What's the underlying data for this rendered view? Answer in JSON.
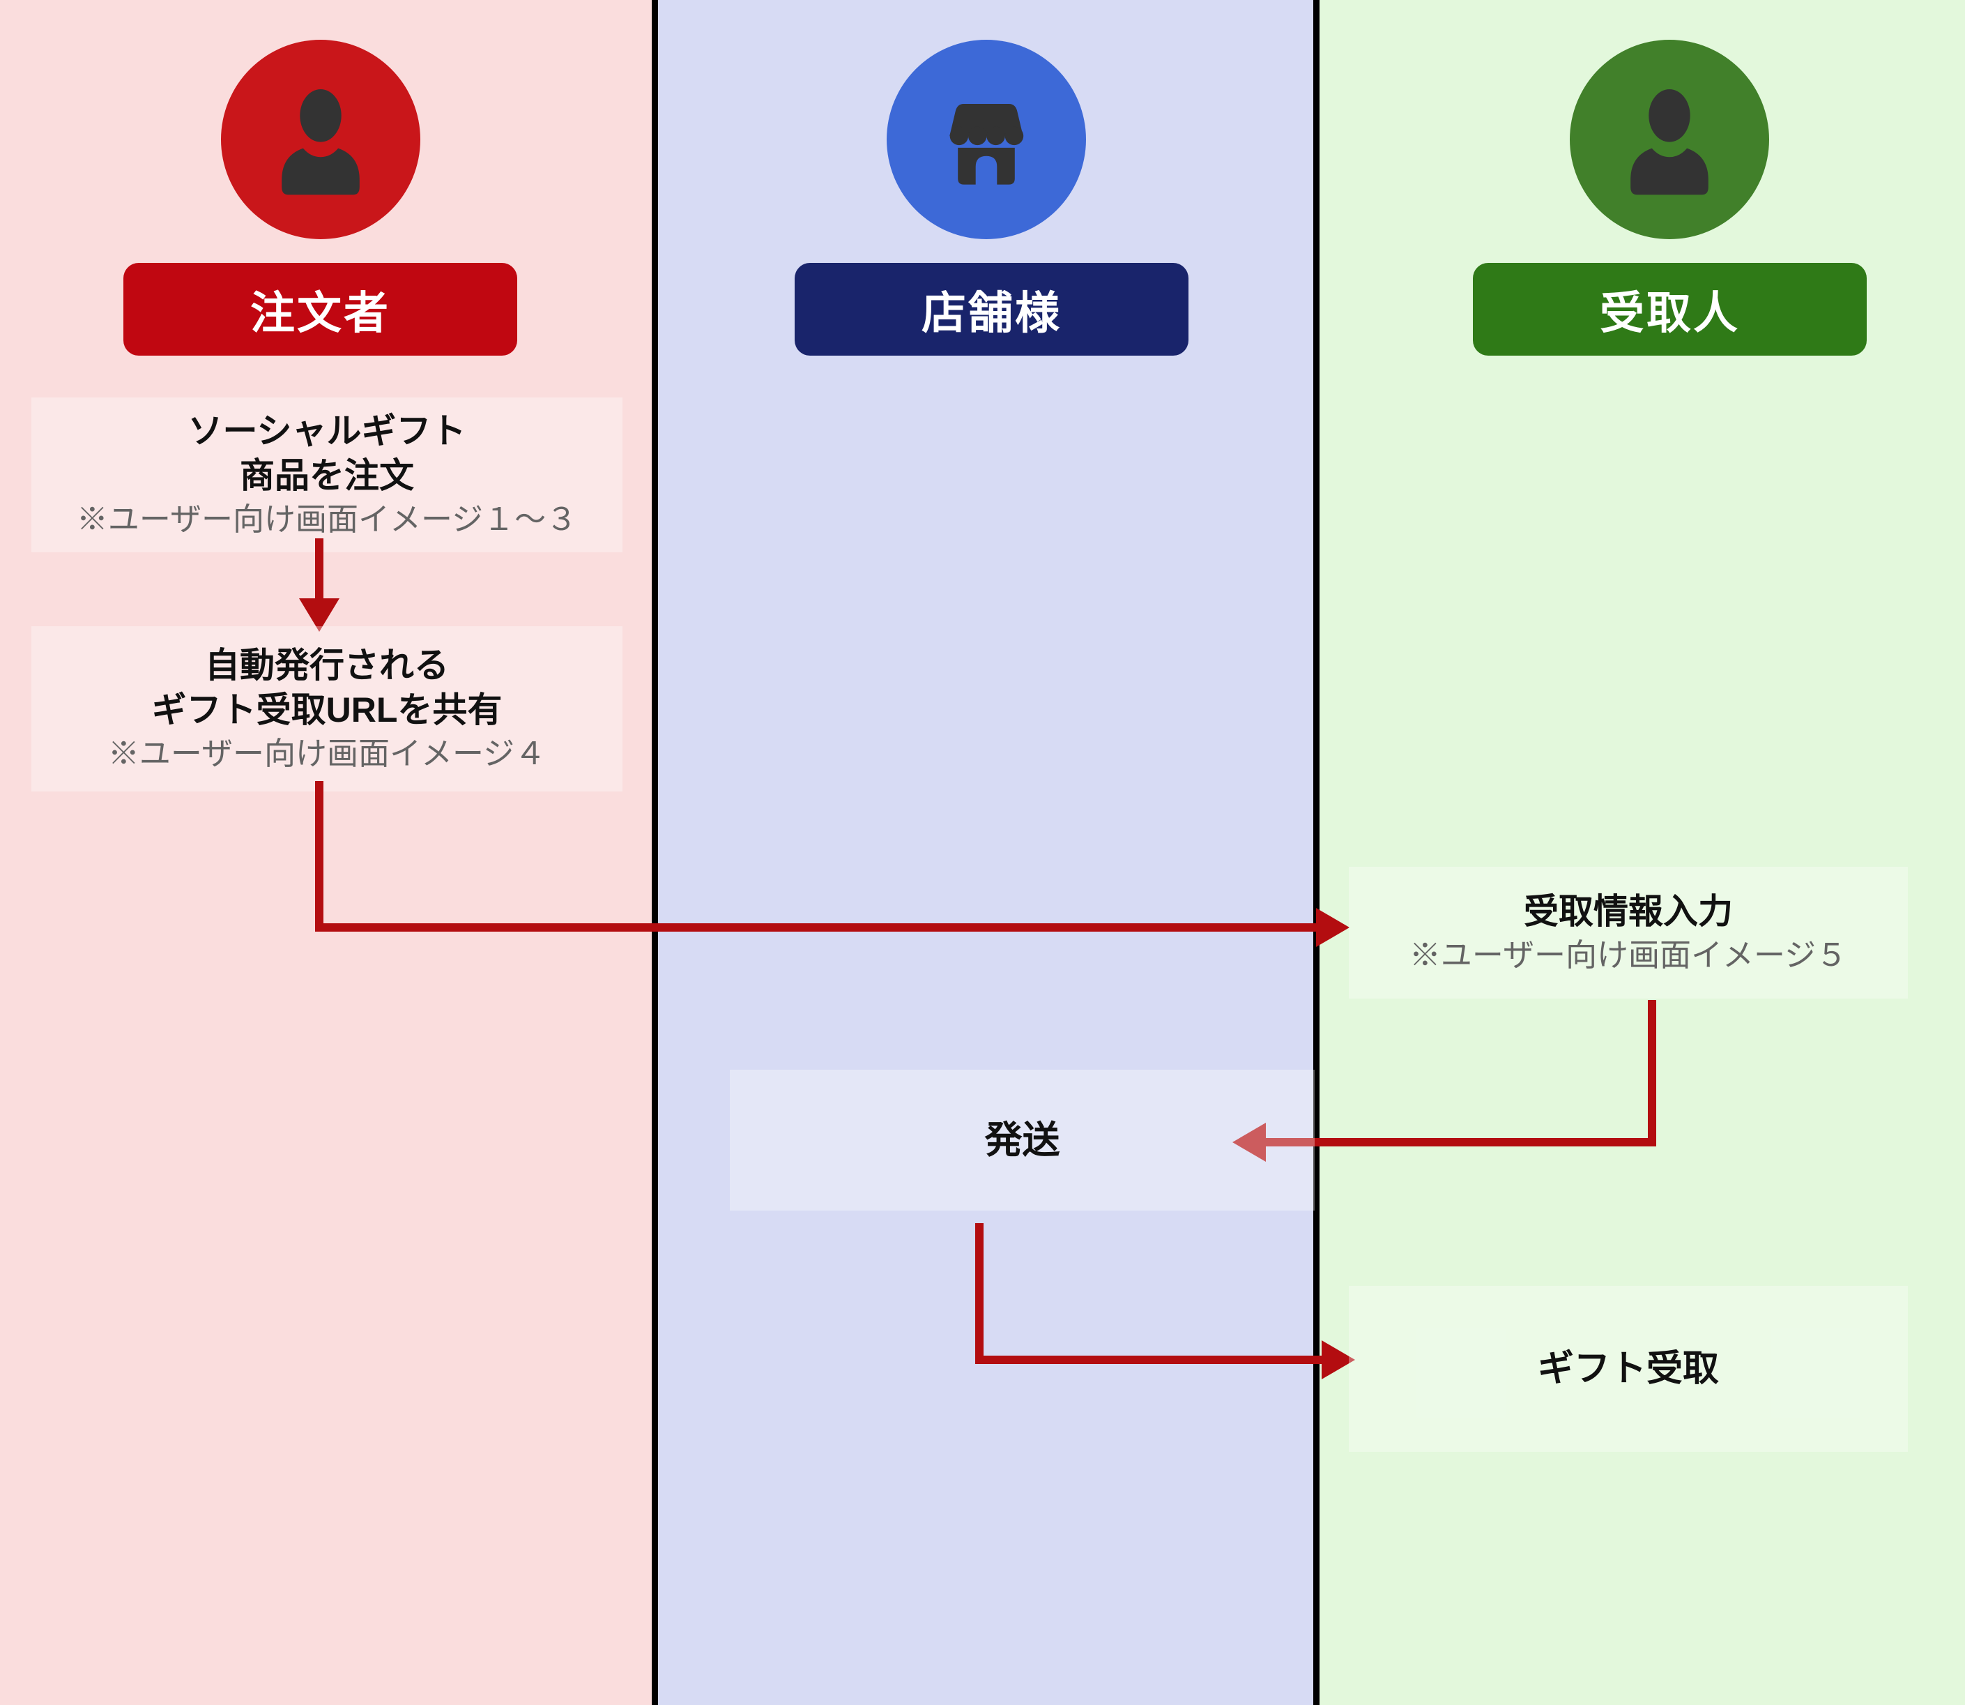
{
  "diagram": {
    "type": "swimlane-flow",
    "arrow_color": "#b30d10",
    "divider_color": "#000000"
  },
  "lanes": [
    {
      "label": "注文者",
      "icon": "person-icon",
      "column_bg": "#fadddd",
      "circle_color": "#c9161a",
      "pill_color": "#c00711"
    },
    {
      "label": "店舗様",
      "icon": "storefront-icon",
      "column_bg": "#d7dbf4",
      "circle_color": "#3d69d7",
      "pill_color": "#19246b"
    },
    {
      "label": "受取人",
      "icon": "person-icon",
      "column_bg": "#e3f8dc",
      "circle_color": "#41802a",
      "pill_color": "#2f7a17"
    }
  ],
  "steps": [
    {
      "lane": "注文者",
      "lines": [
        "ソーシャルギフト",
        "商品を注文"
      ],
      "note": "※ユーザー向け画面イメージ１～３"
    },
    {
      "lane": "注文者",
      "lines": [
        "自動発行される",
        "ギフト受取URLを共有"
      ],
      "note": "※ユーザー向け画面イメージ４"
    },
    {
      "lane": "受取人",
      "lines": [
        "受取情報入力"
      ],
      "note": "※ユーザー向け画面イメージ５"
    },
    {
      "lane": "店舗様",
      "lines": [
        "発送"
      ]
    },
    {
      "lane": "受取人",
      "lines": [
        "ギフト受取"
      ]
    }
  ]
}
